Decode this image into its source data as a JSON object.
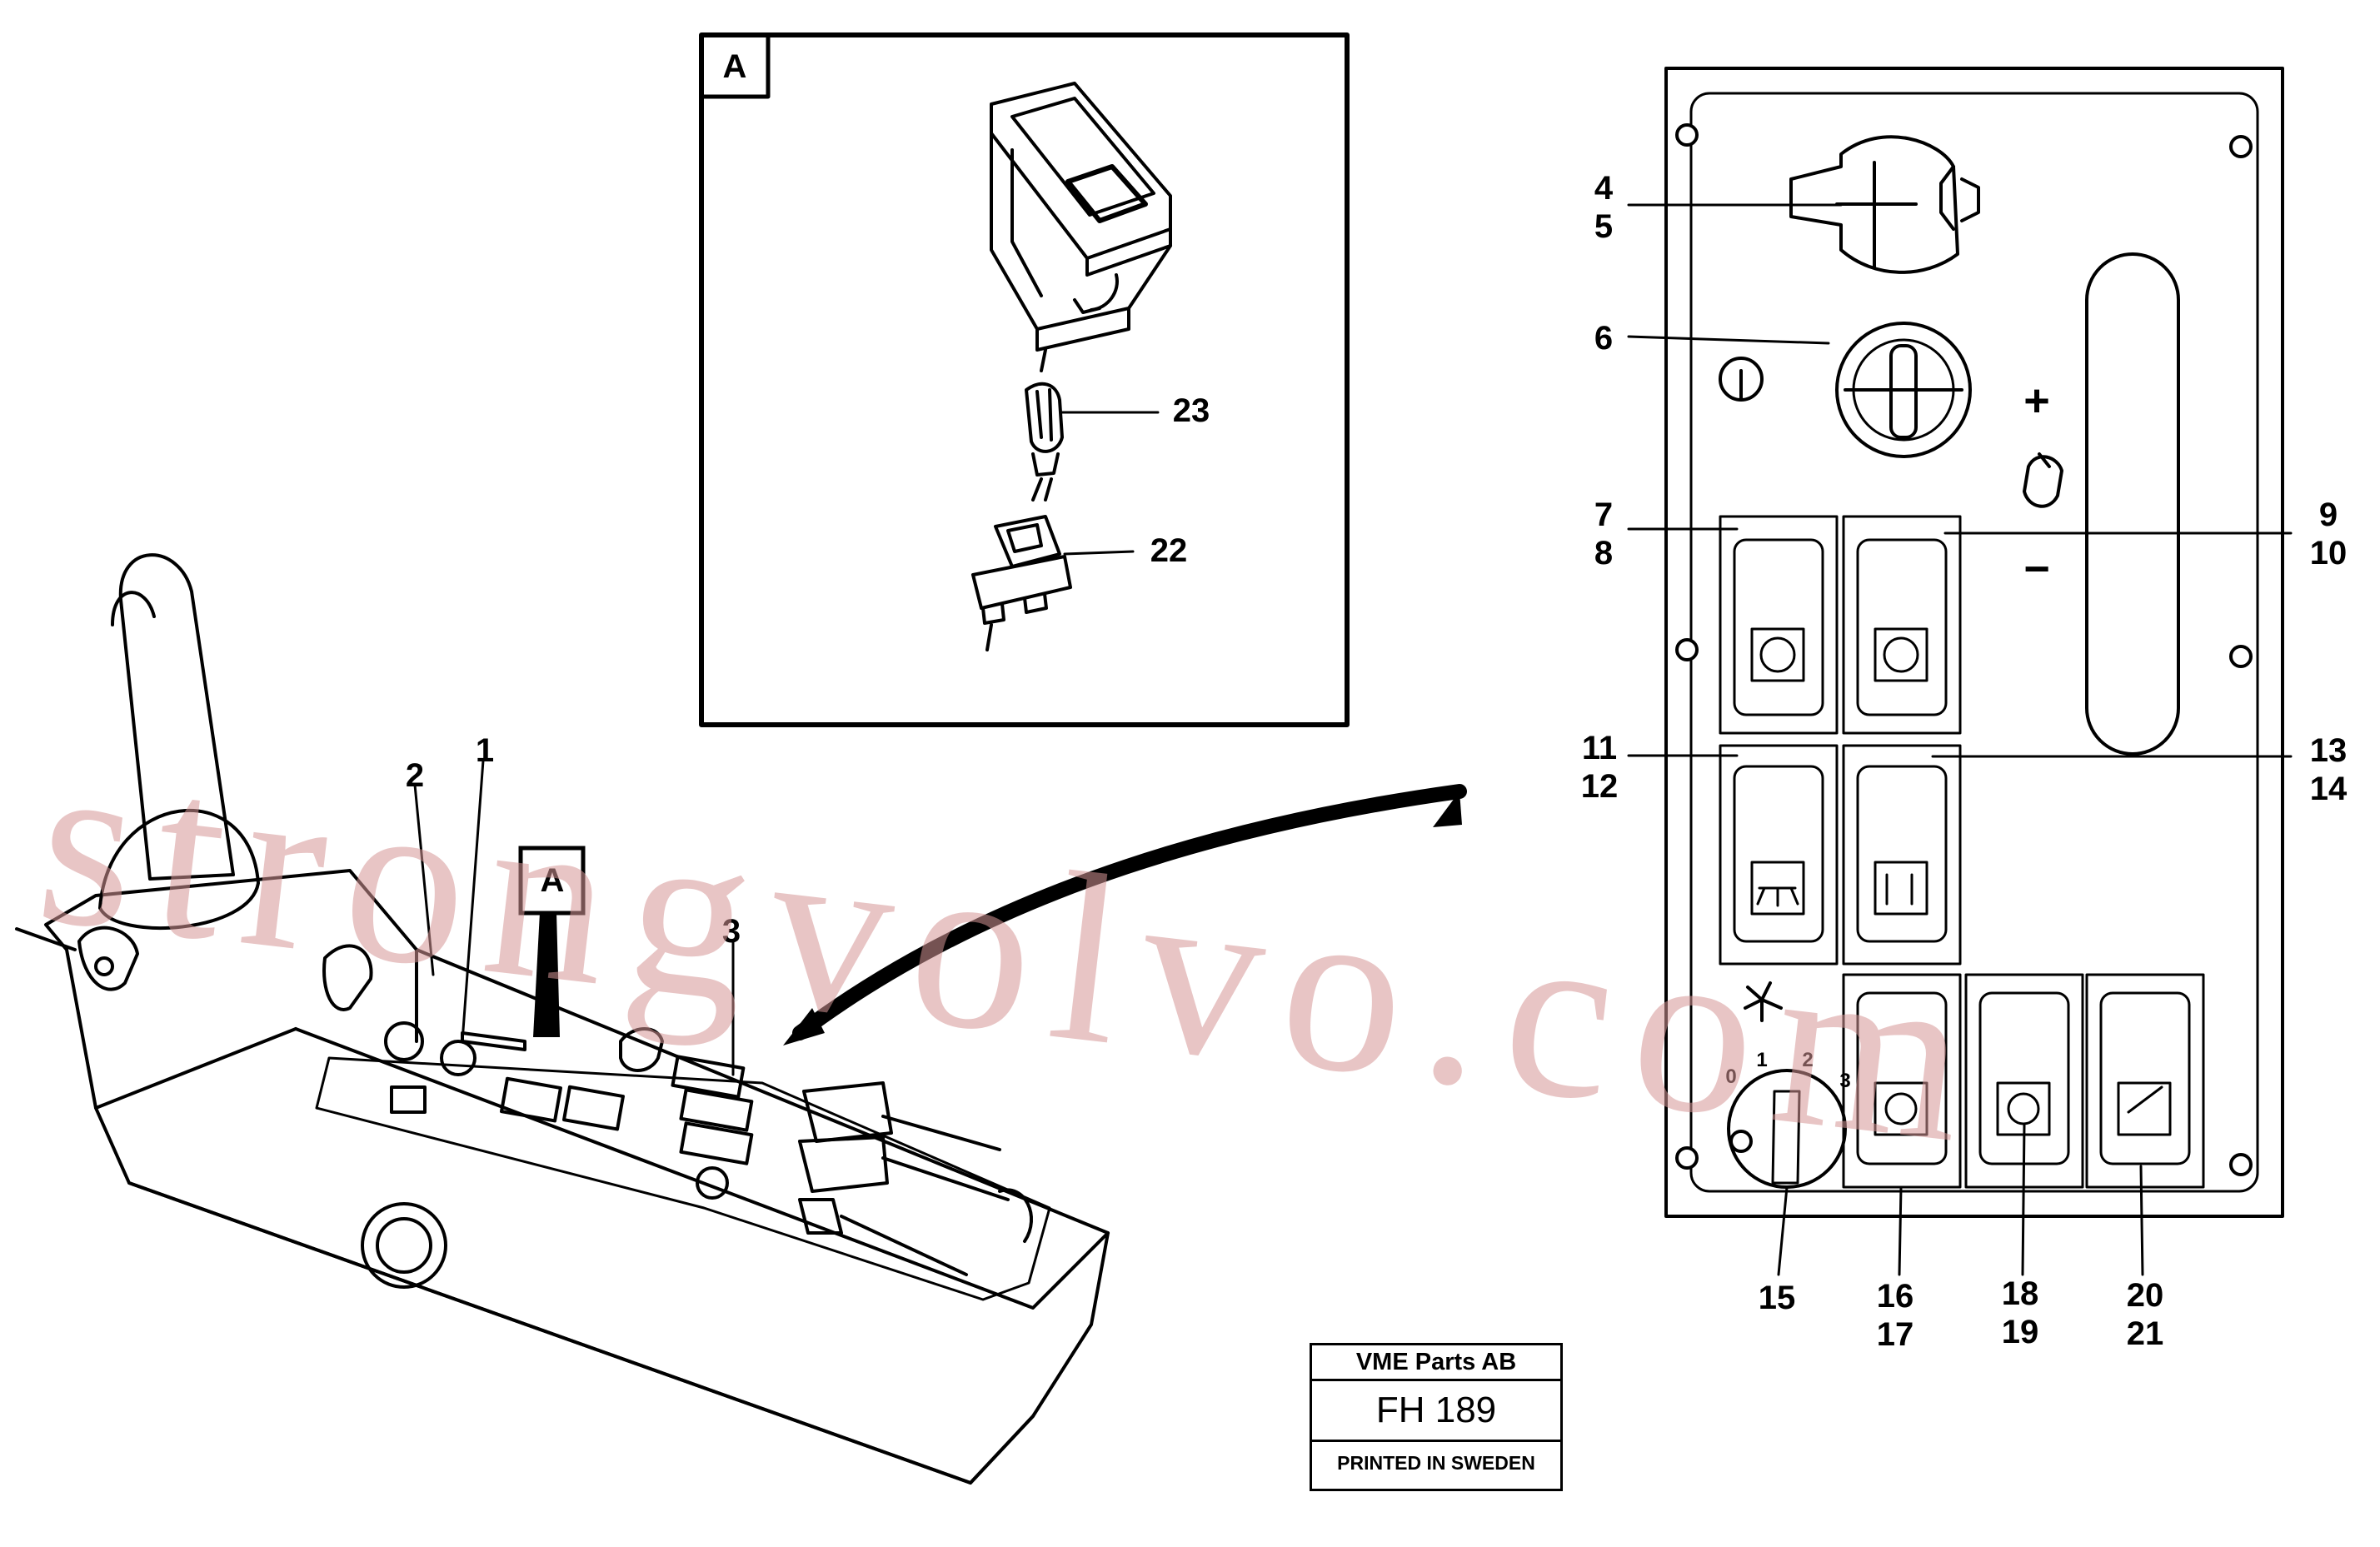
{
  "inset_label": "A",
  "pointer_label": "A",
  "callouts": {
    "c1": [
      "1"
    ],
    "c2": [
      "2"
    ],
    "c3": [
      "3"
    ],
    "c4_5": [
      "4",
      "5"
    ],
    "c6": [
      "6"
    ],
    "c7_8": [
      "7",
      "8"
    ],
    "c9_10": [
      "9",
      "10"
    ],
    "c11_12": [
      "11",
      "12"
    ],
    "c13_14": [
      "13",
      "14"
    ],
    "c15": [
      "15"
    ],
    "c16_17": [
      "16",
      "17"
    ],
    "c18_19": [
      "18",
      "19"
    ],
    "c20_21": [
      "20",
      "21"
    ],
    "c22": [
      "22"
    ],
    "c23": [
      "23"
    ]
  },
  "panel": {
    "plus": "+",
    "minus": "−",
    "dial_ticks": [
      "0",
      "1",
      "2",
      "3"
    ]
  },
  "titleblock": {
    "company": "VME Parts AB",
    "drawing_no": "FH 189",
    "printed": "PRINTED IN SWEDEN"
  },
  "watermark": "strongvolvo.com",
  "colors": {
    "line": "#000000",
    "watermark": "#d69696"
  }
}
